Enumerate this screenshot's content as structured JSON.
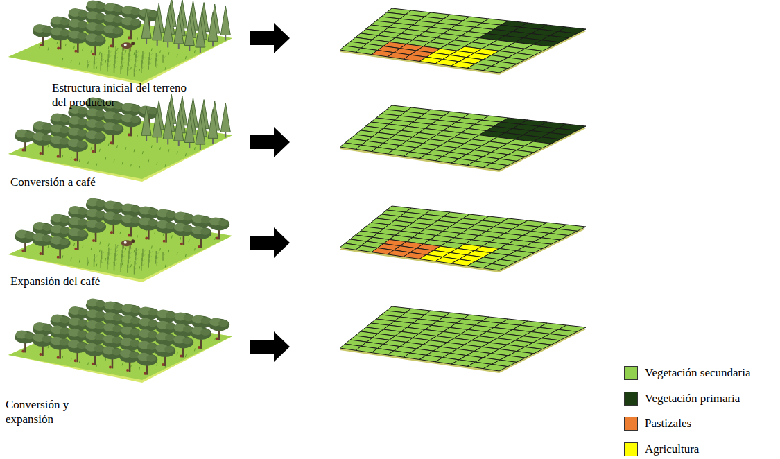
{
  "diagram": {
    "labels": [
      "Estructura inicial del terreno del productor",
      "Conversión a café",
      "Expansión del café",
      "Conversión y expansión"
    ],
    "legend": [
      {
        "text": "Vegetación secundaria",
        "color": "#92d050"
      },
      {
        "text": "Vegetación primaria",
        "color": "#1c3d12"
      },
      {
        "text": "Pastizales",
        "color": "#ed7d31"
      },
      {
        "text": "Agricultura",
        "color": "#ffff00"
      }
    ]
  }
}
